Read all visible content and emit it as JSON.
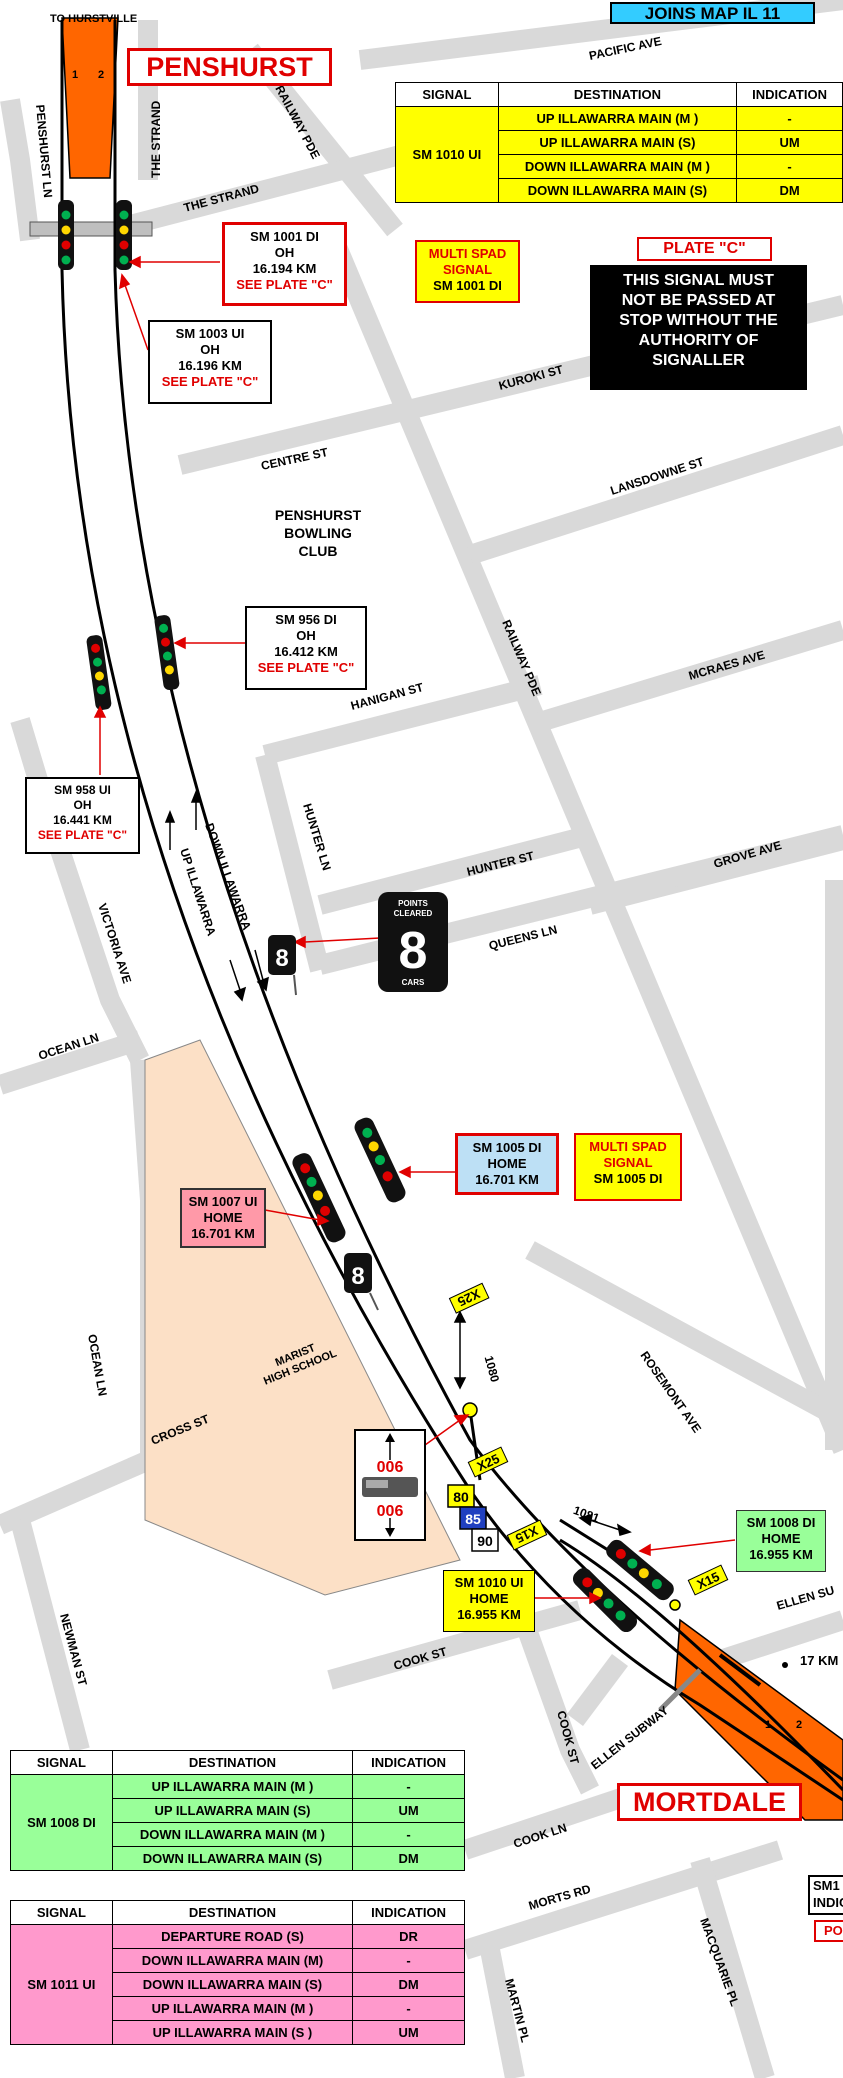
{
  "top_left_label": "TO HURSTVILLE",
  "joins_map": "JOINS MAP IL 11",
  "station_penshurst": "PENSHURST",
  "station_mortdale": "MORTDALE",
  "platform_nums": [
    "1",
    "2"
  ],
  "streets": {
    "pacific_ave": "PACIFIC AVE",
    "railway_pde_top": "RAILWAY PDE",
    "the_strand_v": "THE STRAND",
    "the_strand": "THE STRAND",
    "penshurst_ln": "PENSHURST LN",
    "kuroki_st": "KUROKI ST",
    "centre_st": "CENTRE ST",
    "lansdowne_st": "LANSDOWNE ST",
    "railway_pde_mid": "RAILWAY PDE",
    "mcraes_ave": "MCRAES AVE",
    "hanigan_st": "HANIGAN ST",
    "hunter_ln": "HUNTER LN",
    "hunter_st": "HUNTER ST",
    "grove_ave": "GROVE AVE",
    "queens_ln": "QUEENS LN",
    "victoria_ave": "VICTORIA AVE",
    "ocean_ln_top": "OCEAN LN",
    "ocean_ln_v": "OCEAN LN",
    "cross_st": "CROSS ST",
    "rosemont_ave": "ROSEMONT AVE",
    "newman_st": "NEWMAN ST",
    "cook_st_h": "COOK ST",
    "cook_st_v": "COOK ST",
    "ellen_subway": "ELLEN SUBWAY",
    "ellen_su": "ELLEN SU",
    "cook_ln": "COOK LN",
    "morts_rd": "MORTS RD",
    "macquarie_pl": "MACQUARIE PL",
    "martin_pl": "MARTIN PL"
  },
  "places": {
    "bowling_club": [
      "PENSHURST",
      "BOWLING",
      "CLUB"
    ],
    "marist": [
      "MARIST",
      "HIGH SCHOOL"
    ]
  },
  "track_labels": {
    "up_illawarra": "UP ILLAWARRA",
    "down_illawarra": "DOWN ILLAWARRA"
  },
  "signals": {
    "sm1001": {
      "id": "SM 1001 DI",
      "type": "OH",
      "km": "16.194  KM",
      "note": "SEE PLATE \"C\""
    },
    "sm1003": {
      "id": "SM 1003 UI",
      "type": "OH",
      "km": "16.196  KM",
      "note": "SEE PLATE \"C\""
    },
    "sm956": {
      "id": "SM 956 DI",
      "type": "OH",
      "km": "16.412  KM",
      "note": "SEE PLATE \"C\""
    },
    "sm958": {
      "id": "SM 958 UI",
      "type": "OH",
      "km": "16.441  KM",
      "note": "SEE PLATE \"C\""
    },
    "sm1005": {
      "id": "SM 1005 DI",
      "type": "HOME",
      "km": "16.701  KM"
    },
    "sm1007": {
      "id": "SM 1007 UI",
      "type": "HOME",
      "km": "16.701  KM"
    },
    "sm1008": {
      "id": "SM 1008 DI",
      "type": "HOME",
      "km": "16.955  KM"
    },
    "sm1010": {
      "id": "SM 1010 UI",
      "type": "HOME",
      "km": "16.955  KM"
    }
  },
  "spad_1001": [
    "MULTI SPAD",
    "SIGNAL",
    "SM 1001 DI"
  ],
  "spad_1005": [
    "MULTI SPAD",
    "SIGNAL",
    "SM 1005 DI"
  ],
  "plate_c": {
    "title": "PLATE \"C\"",
    "text": [
      "THIS SIGNAL MUST",
      "NOT BE PASSED AT",
      "STOP WITHOUT THE",
      "AUTHORITY OF",
      "SIGNALLER"
    ]
  },
  "points_sign": {
    "top": [
      "POINTS",
      "CLEARED"
    ],
    "number": "8",
    "bottom": "CARS"
  },
  "small_sign_num": "8",
  "radio": {
    "channel_top": "006",
    "channel_bottom": "006"
  },
  "track_codes": {
    "x25_top": "X25",
    "x25": "X25",
    "x15_left": "X15",
    "x15_right": "X15",
    "num_1080": "1080",
    "num_1081": "1081",
    "sp_80": "80",
    "sp_85": "85",
    "sp_90": "90"
  },
  "km_17": "17 KM",
  "cut_off_labels": {
    "sm1": "SM1",
    "indi": "INDIC",
    "po": "PO"
  },
  "table_headers": {
    "signal": "SIGNAL",
    "destination": "DESTINATION",
    "indication": "INDICATION"
  },
  "table_1010": {
    "signal": "SM 1010 UI",
    "rows": [
      {
        "dest": "UP ILLAWARRA MAIN (M )",
        "ind": "-"
      },
      {
        "dest": "UP ILLAWARRA MAIN (S)",
        "ind": "UM"
      },
      {
        "dest": "DOWN ILLAWARRA MAIN (M )",
        "ind": "-"
      },
      {
        "dest": "DOWN ILLAWARRA MAIN (S)",
        "ind": "DM"
      }
    ]
  },
  "table_1008": {
    "signal": "SM 1008 DI",
    "rows": [
      {
        "dest": "UP ILLAWARRA MAIN (M )",
        "ind": "-"
      },
      {
        "dest": "UP ILLAWARRA MAIN (S)",
        "ind": "UM"
      },
      {
        "dest": "DOWN ILLAWARRA MAIN (M )",
        "ind": "-"
      },
      {
        "dest": "DOWN ILLAWARRA MAIN (S)",
        "ind": "DM"
      }
    ]
  },
  "table_1011": {
    "signal": "SM 1011 UI",
    "rows": [
      {
        "dest": "DEPARTURE ROAD (S)",
        "ind": "DR"
      },
      {
        "dest": "DOWN ILLAWARRA MAIN (M)",
        "ind": "-"
      },
      {
        "dest": "DOWN ILLAWARRA MAIN (S)",
        "ind": "DM"
      },
      {
        "dest": "UP ILLAWARRA MAIN (M )",
        "ind": "-"
      },
      {
        "dest": "UP ILLAWARRA MAIN (S )",
        "ind": "UM"
      }
    ]
  },
  "colors": {
    "road": "#d9d9d9",
    "platform": "#ff6600",
    "school": "#fce0c6",
    "table_yellow": "#ffff00",
    "table_green": "#99ff99",
    "table_pink": "#ff99cc",
    "home_blue": "#bde0f5",
    "home_pink": "#ff99a8",
    "home_green": "#99ff99",
    "warning_red": "#e00000"
  }
}
